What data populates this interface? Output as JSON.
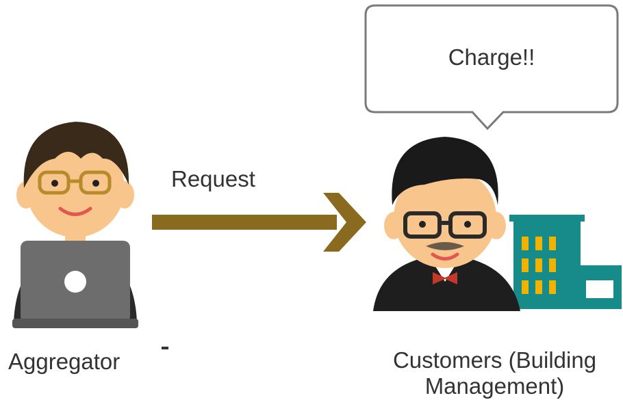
{
  "speech_bubble": {
    "text": "Charge!!"
  },
  "aggregator": {
    "label": "Aggregator"
  },
  "arrow": {
    "label": "Request"
  },
  "customer": {
    "label": "Customers (Building Management)"
  },
  "colors": {
    "arrow": "#8a6a1e",
    "hair": "#3a2a1a",
    "skin": "#f8c58c",
    "laptop": "#6d6d6d",
    "suit": "#1e1e1e",
    "building": "#178a8a",
    "window": "#f0b400",
    "bowtie": "#c0392b"
  }
}
